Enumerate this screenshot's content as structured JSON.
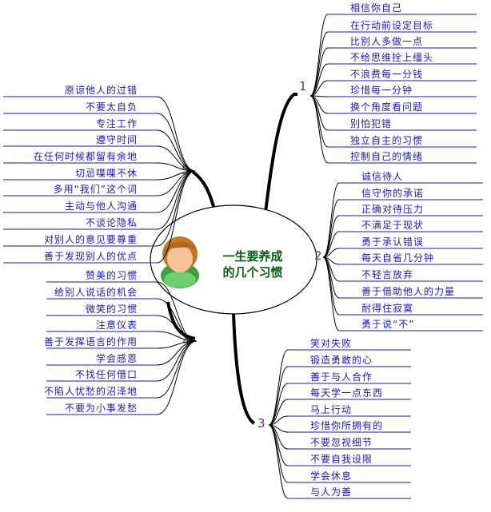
{
  "center": {
    "title_line1": "一生要养成",
    "title_line2": "的几个习惯",
    "icon": "person-icon"
  },
  "branches": [
    {
      "number": "1",
      "items": [
        "相信你自己",
        "在行动前设定目标",
        "比别人多做一点",
        "不给思维拴上缰头",
        "不浪费每一分钱",
        "珍惜每一分钟",
        "换个角度看问题",
        "别怕犯错",
        "独立自主的习惯",
        "控制自己的情绪"
      ]
    },
    {
      "number": "2",
      "items": [
        "诚信待人",
        "信守你的承诺",
        "正确对待压力",
        "不满足于现状",
        "勇于承认错误",
        "每天自省几分钟",
        "不轻言放弃",
        "善于借助他人的力量",
        "耐得住寂寞",
        "勇于说“不”"
      ]
    },
    {
      "number": "3",
      "items": [
        "笑对失败",
        "锻造勇敢的心",
        "善于与人合作",
        "每天学一点东西",
        "马上行动",
        "珍惜你所拥有的",
        "不要忽视细节",
        "不要自我设限",
        "学会休息",
        "与人为善"
      ]
    },
    {
      "number": "4",
      "items": [
        "赞美的习惯",
        "给别人说话的机会",
        "微笑的习惯",
        "注意仪表",
        "善于发挥语言的作用",
        "学会感恩",
        "不找任何借口",
        "不陷人忧愁的沼泽地",
        "不要为小事发愁"
      ]
    },
    {
      "number": "5",
      "items": [
        "原谅他人的过错",
        "不要太自负",
        "专注工作",
        "遵守时间",
        "在任何时候都留有余地",
        "切忌喋喋不休",
        "多用“我们”这个词",
        "主动与他人沟通",
        "不谈论隐私",
        "对别人的意见要尊重",
        "善于发现别人的优点"
      ]
    }
  ],
  "colors": {
    "leaf_text": "#1a1aa6",
    "number": "#7a2a8a",
    "center_text": "#0b5a16",
    "avatar_face": "#f7c39a",
    "avatar_hair": "#c07a2a",
    "avatar_body": "#4caf50"
  }
}
